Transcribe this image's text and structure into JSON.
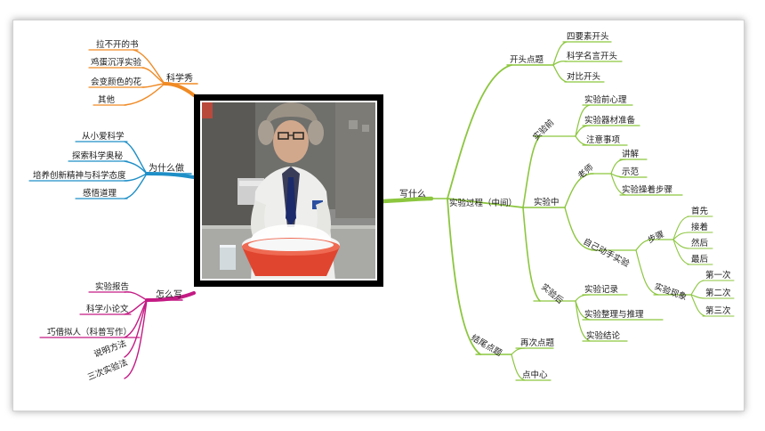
{
  "colors": {
    "orange": "#f08a24",
    "blue": "#1e8fc7",
    "magenta": "#c41a84",
    "green": "#8cc63f"
  },
  "central_photo": {
    "icon": "scientist-photo-icon"
  },
  "branches": {
    "kexuexiu": {
      "label": "科学秀",
      "children": [
        "拉不开的书",
        "鸡蛋沉浮实验",
        "会变颜色的花",
        "其他"
      ]
    },
    "weishenmezuo": {
      "label": "为什么做",
      "children": [
        "从小爱科学",
        "探索科学奥秘",
        "培养创新精神与科学态度",
        "感悟道理"
      ]
    },
    "zenmexie": {
      "label": "怎么写",
      "children": [
        "实验报告",
        "科学小论文",
        "巧借拟人（科普写作）",
        "说明方法",
        "三次实验法"
      ]
    },
    "xieshenme": {
      "label": "写什么",
      "kaitou": {
        "label": "开头点题",
        "children": [
          "四要素开头",
          "科学名言开头",
          "对比开头"
        ]
      },
      "guocheng": {
        "label": "实验过程（中间）",
        "qian": {
          "label": "实验前",
          "children": [
            "实验前心理",
            "实验器材准备",
            "注意事项"
          ]
        },
        "zhong": {
          "label": "实验中",
          "laoshi": {
            "label": "老师",
            "children": [
              "讲解",
              "示范",
              "实验操着步骤"
            ]
          },
          "ziji": {
            "label": "自己动手实验",
            "buzhou": {
              "label": "步骤",
              "children": [
                "首先",
                "接着",
                "然后",
                "最后"
              ]
            },
            "xianxiang": {
              "label": "实验现象",
              "children": [
                "第一次",
                "第二次",
                "第三次"
              ]
            }
          }
        },
        "hou": {
          "label": "实验后",
          "children": [
            "实验记录",
            "实验整理与推理",
            "实验结论"
          ]
        }
      },
      "jiewei": {
        "label": "结尾点题",
        "children": [
          "再次点题",
          "点中心"
        ]
      }
    }
  }
}
